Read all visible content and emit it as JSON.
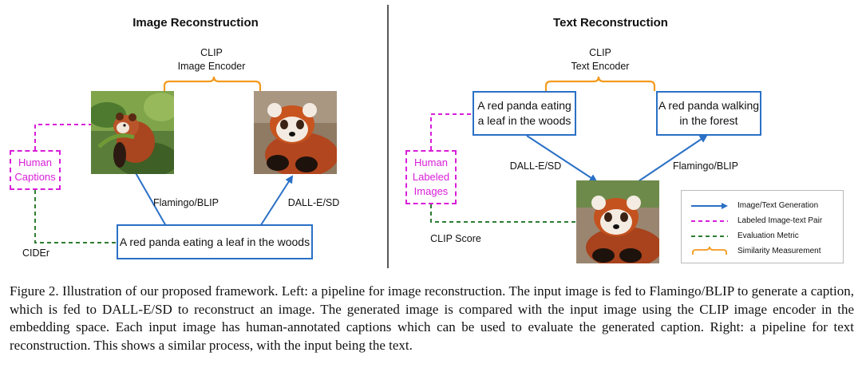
{
  "left": {
    "title": "Image Reconstruction",
    "encoder_line1": "CLIP",
    "encoder_line2": "Image Encoder",
    "human_captions": "Human Captions",
    "caption_box": "A red panda eating a leaf in the woods",
    "flamingo_label": "Flamingo/BLIP",
    "dalle_label": "DALL-E/SD",
    "metric_label": "CIDEr"
  },
  "right": {
    "title": "Text Reconstruction",
    "encoder_line1": "CLIP",
    "encoder_line2": "Text Encoder",
    "input_text": "A red panda eating a leaf in the woods",
    "output_text": "A red panda walking in the forest",
    "human_labeled": "Human Labeled Images",
    "dalle_label": "DALL-E/SD",
    "flamingo_label": "Flamingo/BLIP",
    "metric_label": "CLIP Score"
  },
  "legend": {
    "generation": "Image/Text Generation",
    "labeled_pair": "Labeled Image-text Pair",
    "evaluation": "Evaluation Metric",
    "similarity": "Similarity Measurement"
  },
  "colors": {
    "generation": "#2a70c6",
    "labeled_pair": "#d81ed8",
    "evaluation": "#2e7d32",
    "similarity": "#f39a1e"
  },
  "caption": "Figure 2. Illustration of our proposed framework. Left: a pipeline for image reconstruction. The input image is fed to Flamingo/BLIP to generate a caption, which is fed to DALL-E/SD to reconstruct an image. The generated image is compared with the input image using the CLIP image encoder in the embedding space. Each input image has human-annotated captions which can be used to evaluate the generated caption. Right: a pipeline for text reconstruction. This shows a similar process, with the input being the text."
}
